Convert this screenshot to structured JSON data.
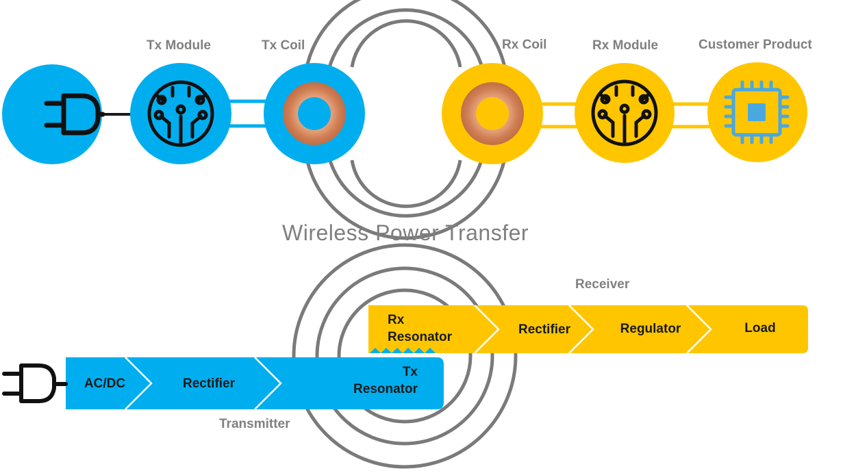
{
  "top": {
    "labels": {
      "tx_module": "Tx Module",
      "tx_coil": "Tx Coil",
      "rx_coil": "Rx Coil",
      "rx_module": "Rx Module",
      "customer_product": "Customer Product"
    },
    "icons": [
      "power-plug-icon",
      "circuit-board-icon",
      "copper-coil-icon",
      "copper-coil-icon",
      "circuit-board-icon",
      "microchip-icon"
    ]
  },
  "title": "Wireless Power Transfer",
  "transmitter": {
    "label": "Transmitter",
    "stages": [
      "AC/DC",
      "Rectifier",
      "Tx Resonator"
    ]
  },
  "receiver": {
    "label": "Receiver",
    "stages": [
      "Rx Resonator",
      "Rectifier",
      "Regulator",
      "Load"
    ]
  },
  "colors": {
    "tx_blue": "#00aeef",
    "rx_yellow": "#ffc600",
    "wave_gray": "#7a7a7a",
    "label_gray": "#808080",
    "coil_copper": "#d9875a"
  }
}
